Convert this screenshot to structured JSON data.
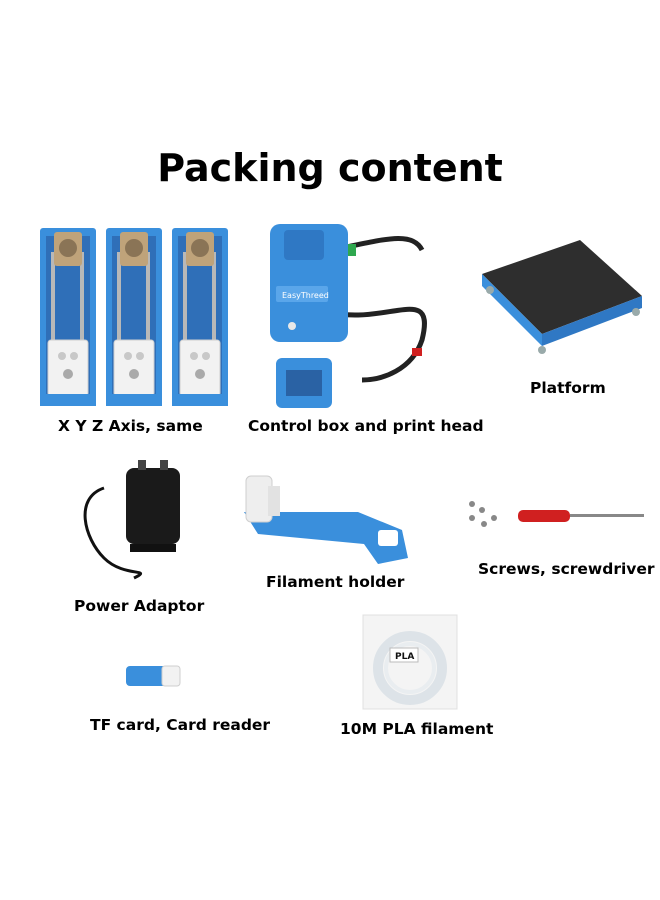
{
  "title": "Packing content",
  "items": [
    {
      "name": "xyz-axis",
      "label": "X Y Z Axis, same"
    },
    {
      "name": "control-box",
      "label": "Control box and print head",
      "brand": "EasyThreed"
    },
    {
      "name": "platform",
      "label": "Platform"
    },
    {
      "name": "power-adaptor",
      "label": "Power Adaptor"
    },
    {
      "name": "filament-holder",
      "label": "Filament holder"
    },
    {
      "name": "screws",
      "label": "Screws, screwdriver"
    },
    {
      "name": "tf-card",
      "label": "TF card, Card reader"
    },
    {
      "name": "pla-filament",
      "label": "10M PLA filament",
      "bag_label": "PLA"
    }
  ],
  "colors": {
    "part_blue": "#3a8fdc",
    "frame_white": "#f2f2f2",
    "plate_black": "#2e2e2e",
    "screwdriver_red": "#d02020"
  }
}
